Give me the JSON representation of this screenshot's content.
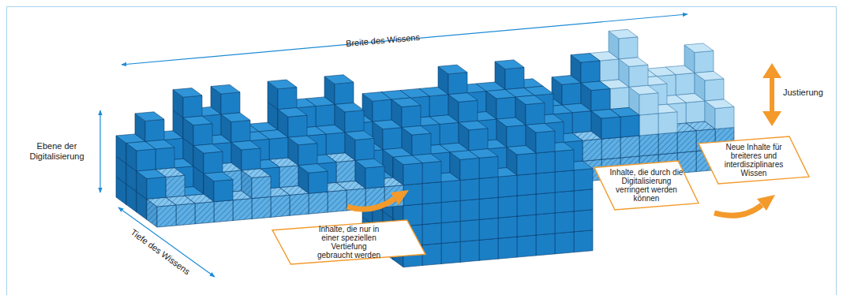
{
  "diagram": {
    "nodes": [
      {
        "text": [
          "Inhalte, die nur in einer speziellen Vertiefung gebraucht werden"
        ]
      },
      {
        "text": [
          "Inhalte, die durch die Digitalisierung verringert werden können"
        ]
      },
      {
        "text": [
          "Neue Inhalte für breiteres und interdisziplinares Wissen"
        ]
      }
    ],
    "labels": [
      "Breite des Wissens",
      "Ebene der Digitalisierung",
      "Justierung",
      "Tiefe des Wissens"
    ]
  }
}
